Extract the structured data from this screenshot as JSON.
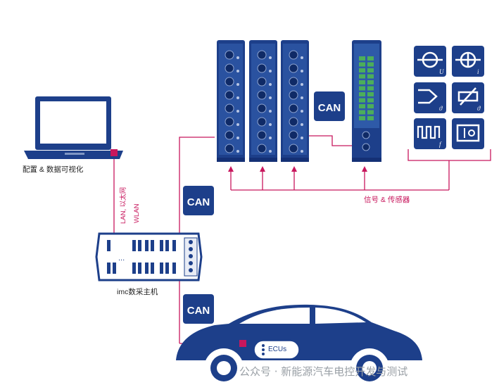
{
  "labels": {
    "laptop": "配置 & 数据可视化",
    "lan": "LAN, 以太网",
    "wlan": "WLAN",
    "host": "imc数采主机",
    "signals": "信号 & 传感器",
    "ecus": "ECUs",
    "can": "CAN"
  },
  "sensors": [
    {
      "name": "voltage-sensor",
      "sub": "U"
    },
    {
      "name": "current-sensor",
      "sub": "i"
    },
    {
      "name": "thermocouple-sensor",
      "sub": "ϑ"
    },
    {
      "name": "rtd-sensor",
      "sub": "ϑ"
    },
    {
      "name": "frequency-sensor",
      "sub": "f"
    },
    {
      "name": "digital-io-sensor",
      "sub": ""
    }
  ],
  "watermark": "公众号 · 新能源汽车电控开发与测试",
  "colors": {
    "navy": "#1d3f8a",
    "pink": "#c8175d",
    "gray": "#a9a9a9"
  }
}
